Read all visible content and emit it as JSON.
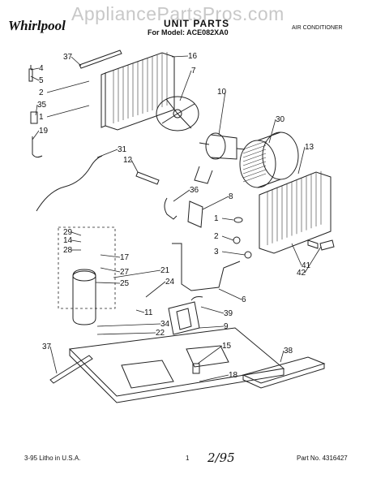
{
  "header": {
    "watermark": "AppliancePartsPros.com",
    "brand": "Whirlpool",
    "title": "UNIT PARTS",
    "model": "For Model: ACE082XA0",
    "category": "AIR CONDITIONER"
  },
  "footer": {
    "left": "3-95 Litho in U.S.A.",
    "page": "1",
    "part_no": "Part No. 4316427",
    "handwritten": "2/95"
  },
  "callouts": [
    "37",
    "4",
    "5",
    "2",
    "35",
    "1",
    "19",
    "16",
    "7",
    "10",
    "30",
    "13",
    "31",
    "12",
    "36",
    "8",
    "1",
    "2",
    "3",
    "29",
    "14",
    "28",
    "17",
    "27",
    "25",
    "21",
    "24",
    "11",
    "34",
    "22",
    "6",
    "39",
    "9",
    "41",
    "42",
    "37",
    "15",
    "38",
    "18"
  ]
}
